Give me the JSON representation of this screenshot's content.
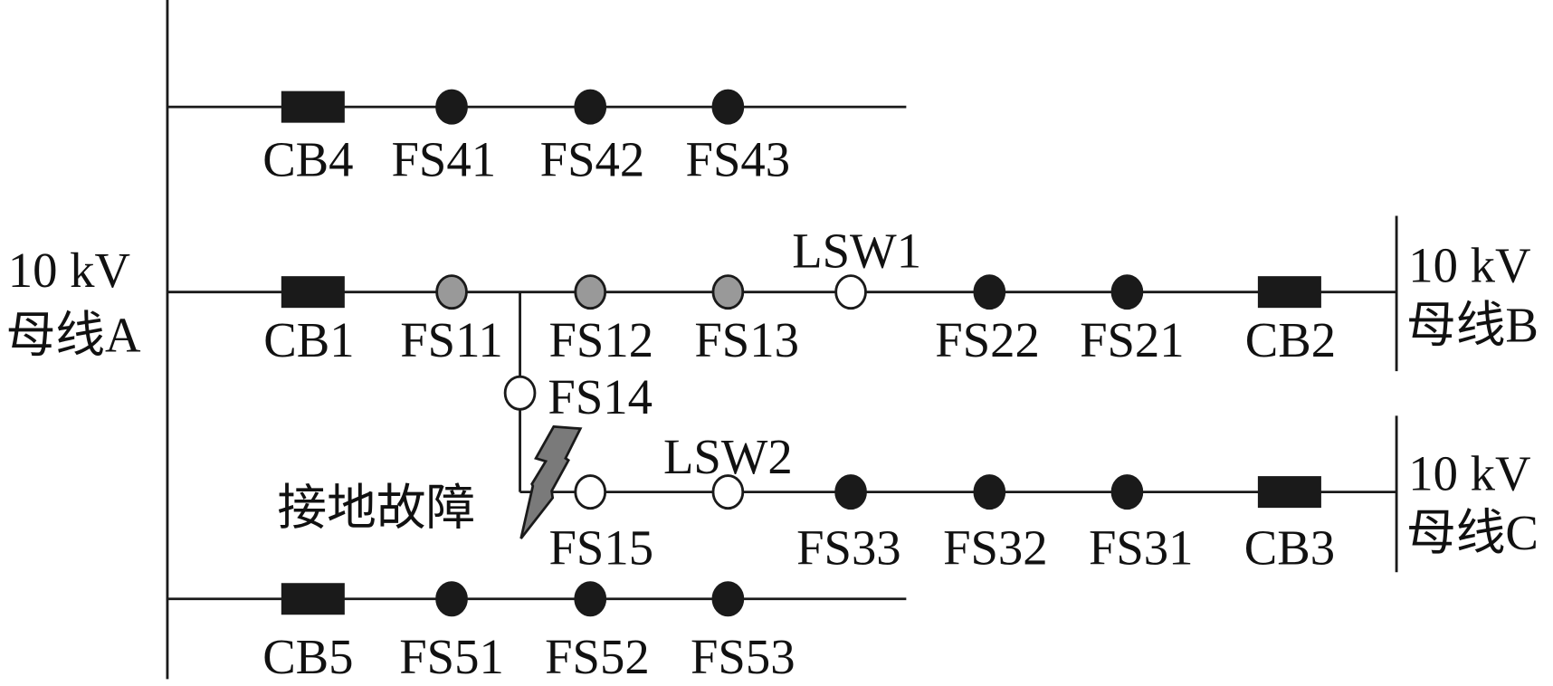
{
  "buses": {
    "A": {
      "voltage": "10 kV",
      "name": "母线A"
    },
    "B": {
      "voltage": "10 kV",
      "name": "母线B"
    },
    "C": {
      "voltage": "10 kV",
      "name": "母线C"
    }
  },
  "fault_label": "接地故障",
  "colors": {
    "closed": "#1a1a1a",
    "fault_zone": "#999999",
    "open": "#ffffff",
    "bolt": "#7a7a7a"
  },
  "feeders": {
    "f4": [
      "CB4",
      "FS41",
      "FS42",
      "FS43"
    ],
    "f1": [
      "CB1",
      "FS11",
      "FS12",
      "FS13",
      "LSW1",
      "FS22",
      "FS21",
      "CB2"
    ],
    "f14": [
      "FS14"
    ],
    "f3": [
      "FS15",
      "LSW2",
      "FS33",
      "FS32",
      "FS31",
      "CB3"
    ],
    "f5": [
      "CB5",
      "FS51",
      "FS52",
      "FS53"
    ]
  },
  "states": {
    "CB4": "closed",
    "FS41": "closed",
    "FS42": "closed",
    "FS43": "closed",
    "CB1": "closed",
    "FS11": "fault_zone",
    "FS12": "fault_zone",
    "FS13": "fault_zone",
    "LSW1": "open",
    "FS22": "closed",
    "FS21": "closed",
    "CB2": "closed",
    "FS14": "open",
    "FS15": "open",
    "LSW2": "open",
    "FS33": "closed",
    "FS32": "closed",
    "FS31": "closed",
    "CB3": "closed",
    "CB5": "closed",
    "FS51": "closed",
    "FS52": "closed",
    "FS53": "closed"
  }
}
